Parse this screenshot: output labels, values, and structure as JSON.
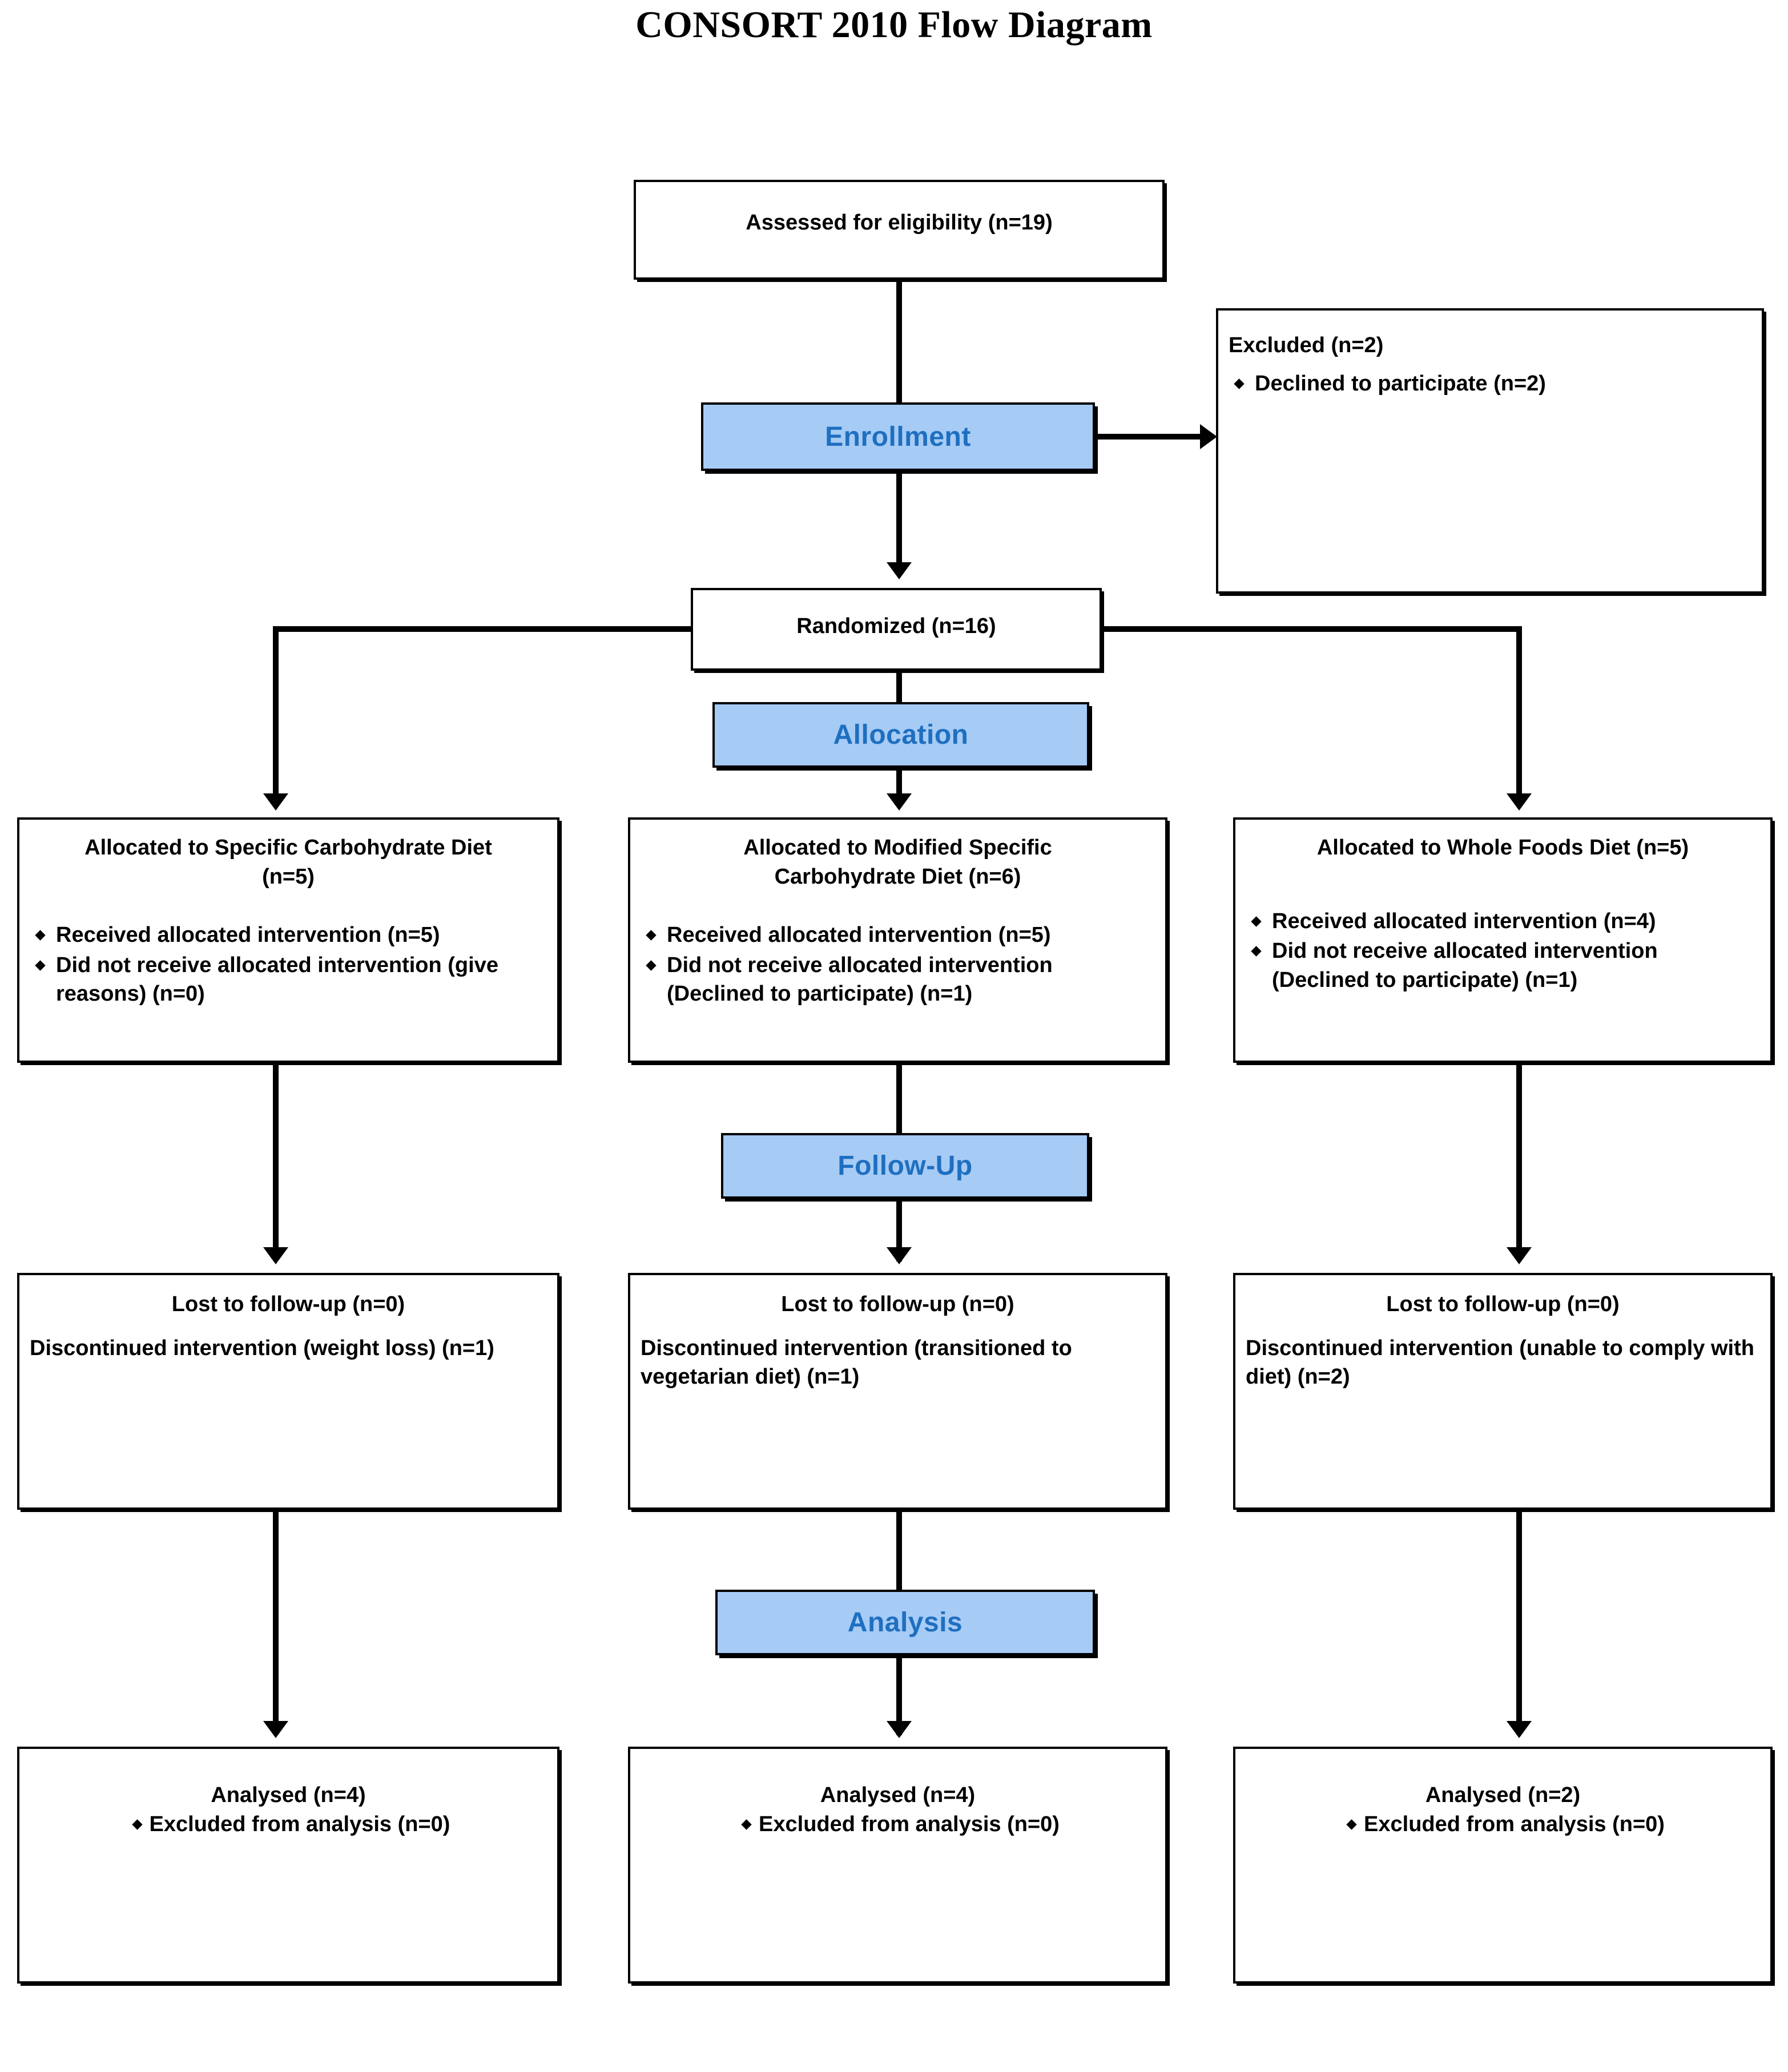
{
  "title": "CONSORT 2010 Flow Diagram",
  "bands": {
    "enrollment": "Enrollment",
    "allocation": "Allocation",
    "followup": "Follow-Up",
    "analysis": "Analysis",
    "fill_color": "#a6cbf5",
    "text_color": "#1f6fc0"
  },
  "enrollment": {
    "assessed": "Assessed for eligibility (n=19)",
    "excluded_title": "Excluded (n=2)",
    "excluded_reasons": [
      "Declined to participate (n=2)"
    ],
    "randomized": "Randomized (n=16)"
  },
  "allocation": {
    "arms": [
      {
        "heading_line1": "Allocated to Specific Carbohydrate Diet",
        "heading_line2": "(n=5)",
        "bullets": [
          "Received allocated intervention (n=5)",
          "Did not receive allocated intervention (give reasons) (n=0)"
        ]
      },
      {
        "heading_line1": "Allocated to Modified Specific",
        "heading_line2": "Carbohydrate Diet (n=6)",
        "bullets": [
          "Received allocated intervention (n=5)",
          "Did not receive allocated intervention (Declined to participate) (n=1)"
        ]
      },
      {
        "heading_line1": "Allocated to Whole Foods Diet (n=5)",
        "heading_line2": "",
        "bullets": [
          "Received allocated intervention (n=4)",
          "Did not receive allocated intervention (Declined to participate) (n=1)"
        ]
      }
    ]
  },
  "followup": {
    "arms": [
      {
        "lost": "Lost to follow-up (n=0)",
        "discontinued": "Discontinued intervention (weight loss) (n=1)"
      },
      {
        "lost": "Lost to follow-up (n=0)",
        "discontinued": "Discontinued intervention (transitioned to vegetarian diet) (n=1)"
      },
      {
        "lost": "Lost to follow-up (n=0)",
        "discontinued": "Discontinued intervention (unable to comply with diet) (n=2)"
      }
    ]
  },
  "analysis": {
    "arms": [
      {
        "analysed": "Analysed (n=4)",
        "excluded": "Excluded from analysis (n=0)"
      },
      {
        "analysed": "Analysed (n=4)",
        "excluded": "Excluded from analysis (n=0)"
      },
      {
        "analysed": "Analysed (n=2)",
        "excluded": "Excluded from analysis (n=0)"
      }
    ]
  },
  "chart_data": {
    "type": "diagram",
    "title": "CONSORT 2010 Flow Diagram",
    "stages": [
      "Enrollment",
      "Allocation",
      "Follow-Up",
      "Analysis"
    ],
    "assessed_for_eligibility": 19,
    "excluded": 2,
    "randomized": 16,
    "arms": [
      {
        "name": "Specific Carbohydrate Diet",
        "allocated": 5,
        "received": 5,
        "not_received": 0,
        "lost_to_followup": 0,
        "discontinued": 1,
        "analysed": 4,
        "excluded_from_analysis": 0
      },
      {
        "name": "Modified Specific Carbohydrate Diet",
        "allocated": 6,
        "received": 5,
        "not_received": 1,
        "lost_to_followup": 0,
        "discontinued": 1,
        "analysed": 4,
        "excluded_from_analysis": 0
      },
      {
        "name": "Whole Foods Diet",
        "allocated": 5,
        "received": 4,
        "not_received": 1,
        "lost_to_followup": 0,
        "discontinued": 2,
        "analysed": 2,
        "excluded_from_analysis": 0
      }
    ]
  }
}
